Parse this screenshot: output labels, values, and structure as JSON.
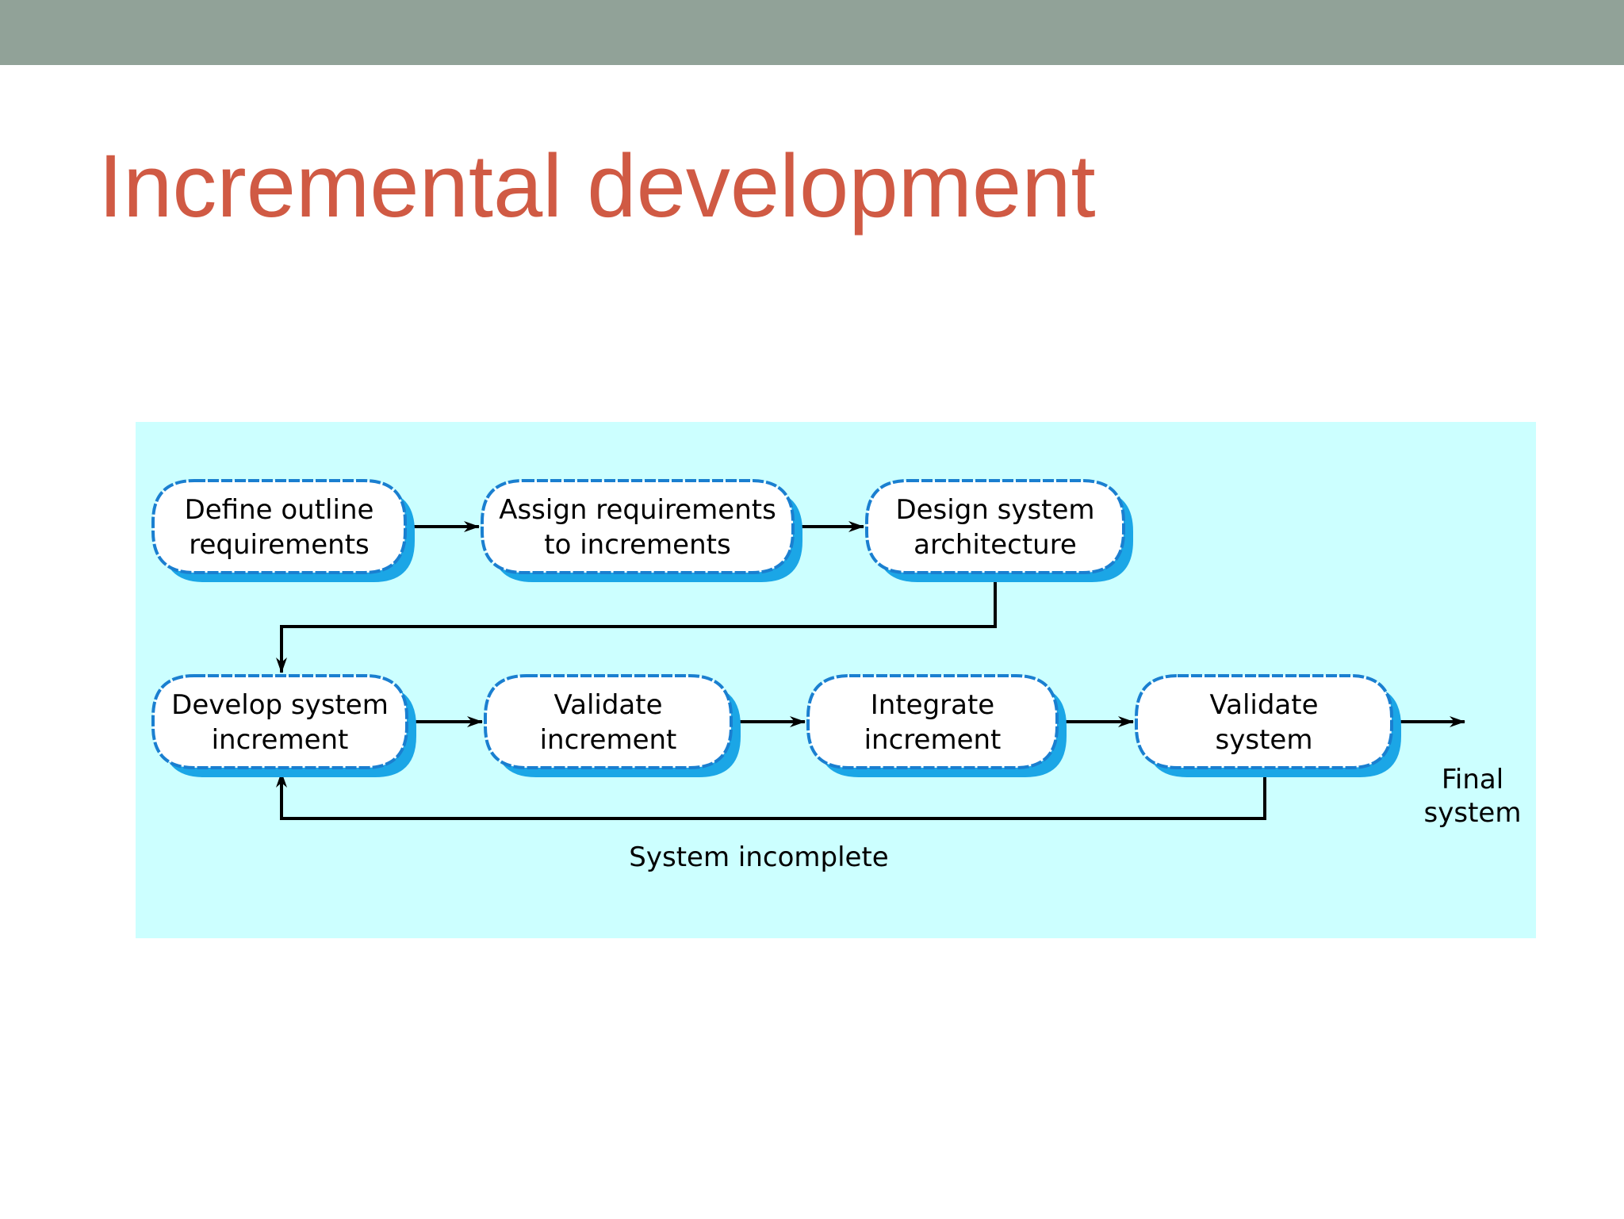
{
  "slide": {
    "title": "Incremental development",
    "colors": {
      "top_bar": "#91a298",
      "title": "#d05a44",
      "panel_background": "#ccffff",
      "node_border": "#1a7fd0",
      "node_shadow": "#1ba6e6",
      "node_fill": "#ffffff",
      "arrow": "#000000"
    }
  },
  "diagram": {
    "nodes": [
      {
        "id": "define",
        "lines": [
          "Define outline",
          "requirements"
        ]
      },
      {
        "id": "assign",
        "lines": [
          "Assign requirements",
          "to increments"
        ]
      },
      {
        "id": "design",
        "lines": [
          "Design system",
          "architecture"
        ]
      },
      {
        "id": "develop",
        "lines": [
          "Develop system",
          "increment"
        ]
      },
      {
        "id": "validate-inc",
        "lines": [
          "Validate",
          "increment"
        ]
      },
      {
        "id": "integrate",
        "lines": [
          "Integrate",
          "increment"
        ]
      },
      {
        "id": "validate-sys",
        "lines": [
          "Validate",
          "system"
        ]
      }
    ],
    "edges": [
      {
        "from": "define",
        "to": "assign"
      },
      {
        "from": "assign",
        "to": "design"
      },
      {
        "from": "design",
        "to": "develop"
      },
      {
        "from": "develop",
        "to": "validate-inc"
      },
      {
        "from": "validate-inc",
        "to": "integrate"
      },
      {
        "from": "integrate",
        "to": "validate-sys"
      },
      {
        "from": "validate-sys",
        "to": "final",
        "label_lines": [
          "Final",
          "system"
        ]
      },
      {
        "from": "validate-sys",
        "to": "develop",
        "label": "System incomplete"
      }
    ]
  }
}
